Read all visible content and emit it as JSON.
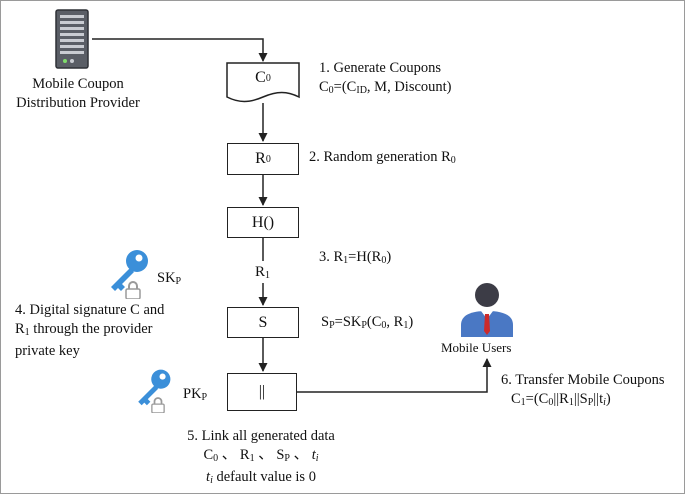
{
  "provider": {
    "label_line1": "Mobile Coupon",
    "label_line2": "Distribution Provider"
  },
  "boxes": {
    "c0": {
      "main": "C",
      "sub": "0"
    },
    "r0": {
      "main": "R",
      "sub": "0"
    },
    "hash": {
      "label": "H()"
    },
    "sign": {
      "label": "S"
    },
    "link": {
      "label": "||"
    }
  },
  "flow": {
    "r1": {
      "main": "R",
      "sub": "1"
    }
  },
  "steps": {
    "s1": {
      "title": "1. Generate Coupons",
      "f_c": "C",
      "f_c_sub": "0",
      "f_eq": "=(C",
      "f_id_sub": "ID",
      "f_rest": ", M, Discount)"
    },
    "s2": {
      "text": "2. Random generation R",
      "sub": "0"
    },
    "s3": {
      "prefix": "3. R",
      "r_sub": "1",
      "eq": "=H(R",
      "h_sub": "0",
      "close": ")"
    },
    "s4": {
      "line1": "4. Digital signature C and",
      "line2": "through the provider",
      "line2_r": "R",
      "line2_r_sub": "1",
      "line3": "private key"
    },
    "sp": {
      "s": "S",
      "s_sub": "P",
      "eq": "=SK",
      "k_sub": "P",
      "open": "(C",
      "c_sub": "0",
      "mid": ", R",
      "r_sub": "1",
      "close": ")"
    },
    "s5": {
      "title": "5. Link all generated data",
      "c": "C",
      "c_sub": "0",
      "sep": " 、",
      "r": "R",
      "r_sub": "1",
      "s": "S",
      "s_sub": "P",
      "t": "t",
      "t_sub": "i",
      "default_t": "t",
      "default_sub": "i",
      "default_rest": " default value is 0"
    },
    "s6": {
      "title": "6. Transfer Mobile Coupons",
      "c1": "C",
      "c1_sub": "1",
      "eq": "=(C",
      "c0_sub": "0",
      "p1": "||R",
      "r1_sub": "1",
      "p2": "||S",
      "sp_sub": "P",
      "p3": "||t",
      "ti_sub": "i",
      "close": ")"
    }
  },
  "keys": {
    "sk": {
      "main": "SK",
      "sub": "P"
    },
    "pk": {
      "main": "PK",
      "sub": "P"
    }
  },
  "users": {
    "label": "Mobile Users"
  },
  "colors": {
    "key": "#3b8fd9",
    "lock": "#9a9a9a",
    "server": "#5a5e66",
    "user_head": "#3c3c46",
    "user_body": "#4a78c4",
    "tie": "#cc2a2a"
  }
}
